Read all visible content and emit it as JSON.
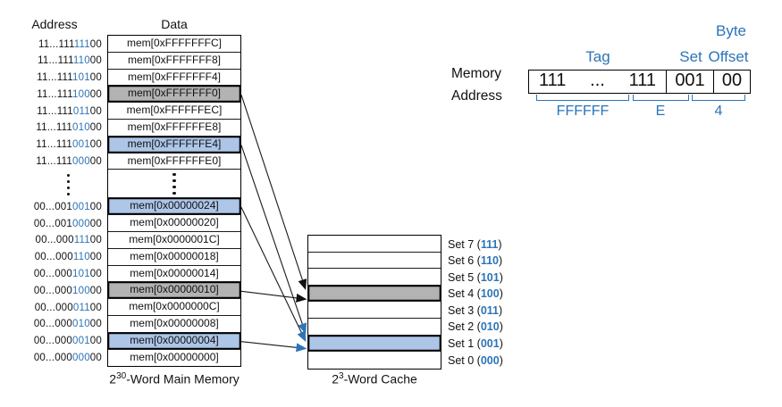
{
  "colors": {
    "blue": "#2b74b8",
    "light_blue": "#adc5e7",
    "gray": "#b3b3b3"
  },
  "memory": {
    "address_header": "Address",
    "data_header": "Data",
    "caption": {
      "base": "2",
      "exp": "30",
      "tail": "-Word Main Memory"
    },
    "rows_top": [
      {
        "prefix": "11...111",
        "set": "111",
        "offset": "00",
        "data": "mem[0xFFFFFFFC]",
        "highlight": null
      },
      {
        "prefix": "11...111",
        "set": "110",
        "offset": "00",
        "data": "mem[0xFFFFFFF8]",
        "highlight": null
      },
      {
        "prefix": "11...111",
        "set": "101",
        "offset": "00",
        "data": "mem[0xFFFFFFF4]",
        "highlight": null
      },
      {
        "prefix": "11...111",
        "set": "100",
        "offset": "00",
        "data": "mem[0xFFFFFFF0]",
        "highlight": "gray"
      },
      {
        "prefix": "11...111",
        "set": "011",
        "offset": "00",
        "data": "mem[0xFFFFFFEC]",
        "highlight": null
      },
      {
        "prefix": "11...111",
        "set": "010",
        "offset": "00",
        "data": "mem[0xFFFFFFE8]",
        "highlight": null
      },
      {
        "prefix": "11...111",
        "set": "001",
        "offset": "00",
        "data": "mem[0xFFFFFFE4]",
        "highlight": "blue"
      },
      {
        "prefix": "11...111",
        "set": "000",
        "offset": "00",
        "data": "mem[0xFFFFFFE0]",
        "highlight": null
      }
    ],
    "rows_bottom": [
      {
        "prefix": "00...001",
        "set": "001",
        "offset": "00",
        "data": "mem[0x00000024]",
        "highlight": "blue"
      },
      {
        "prefix": "00...001",
        "set": "000",
        "offset": "00",
        "data": "mem[0x00000020]",
        "highlight": null
      },
      {
        "prefix": "00...000",
        "set": "111",
        "offset": "00",
        "data": "mem[0x0000001C]",
        "highlight": null
      },
      {
        "prefix": "00...000",
        "set": "110",
        "offset": "00",
        "data": "mem[0x00000018]",
        "highlight": null
      },
      {
        "prefix": "00...000",
        "set": "101",
        "offset": "00",
        "data": "mem[0x00000014]",
        "highlight": null
      },
      {
        "prefix": "00...000",
        "set": "100",
        "offset": "00",
        "data": "mem[0x00000010]",
        "highlight": "gray"
      },
      {
        "prefix": "00...000",
        "set": "011",
        "offset": "00",
        "data": "mem[0x0000000C]",
        "highlight": null
      },
      {
        "prefix": "00...000",
        "set": "010",
        "offset": "00",
        "data": "mem[0x00000008]",
        "highlight": null
      },
      {
        "prefix": "00...000",
        "set": "001",
        "offset": "00",
        "data": "mem[0x00000004]",
        "highlight": "blue"
      },
      {
        "prefix": "00...000",
        "set": "000",
        "offset": "00",
        "data": "mem[0x00000000]",
        "highlight": null
      }
    ]
  },
  "cache": {
    "caption": {
      "base": "2",
      "exp": "3",
      "tail": "-Word Cache"
    },
    "sets": [
      {
        "prefix": "Set 7 (",
        "bits": "111",
        "suffix": ")",
        "set_num": 7,
        "highlight": null
      },
      {
        "prefix": "Set 6 (",
        "bits": "110",
        "suffix": ")",
        "set_num": 6,
        "highlight": null
      },
      {
        "prefix": "Set 5 (",
        "bits": "101",
        "suffix": ")",
        "set_num": 5,
        "highlight": null
      },
      {
        "prefix": "Set 4 (",
        "bits": "100",
        "suffix": ")",
        "set_num": 4,
        "highlight": "gray"
      },
      {
        "prefix": "Set 3 (",
        "bits": "011",
        "suffix": ")",
        "set_num": 3,
        "highlight": null
      },
      {
        "prefix": "Set 2 (",
        "bits": "010",
        "suffix": ")",
        "set_num": 2,
        "highlight": null
      },
      {
        "prefix": "Set 1 (",
        "bits": "001",
        "suffix": ")",
        "set_num": 1,
        "highlight": "blue"
      },
      {
        "prefix": "Set 0 (",
        "bits": "000",
        "suffix": ")",
        "set_num": 0,
        "highlight": null
      }
    ]
  },
  "address_fields": {
    "label_line1": "Memory",
    "label_line2": "Address",
    "byte_label": "Byte",
    "tag_label": "Tag",
    "set_label": "Set",
    "offset_label": "Offset",
    "tag_left": "111",
    "tag_dots": "...",
    "tag_right": "111",
    "set_value": "001",
    "offset_value": "00",
    "hex_tag": "FFFFFF",
    "hex_mid": "E",
    "hex_low": "4"
  },
  "arrows": [
    {
      "from": "mem[0xFFFFFFF0]",
      "to_set": 4,
      "color": "black"
    },
    {
      "from": "mem[0xFFFFFFE4]",
      "to_set": 1,
      "color": "blue"
    },
    {
      "from": "mem[0x00000024]",
      "to_set": 1,
      "color": "blue"
    },
    {
      "from": "mem[0x00000010]",
      "to_set": 4,
      "color": "black"
    },
    {
      "from": "mem[0x00000004]",
      "to_set": 1,
      "color": "blue"
    }
  ]
}
